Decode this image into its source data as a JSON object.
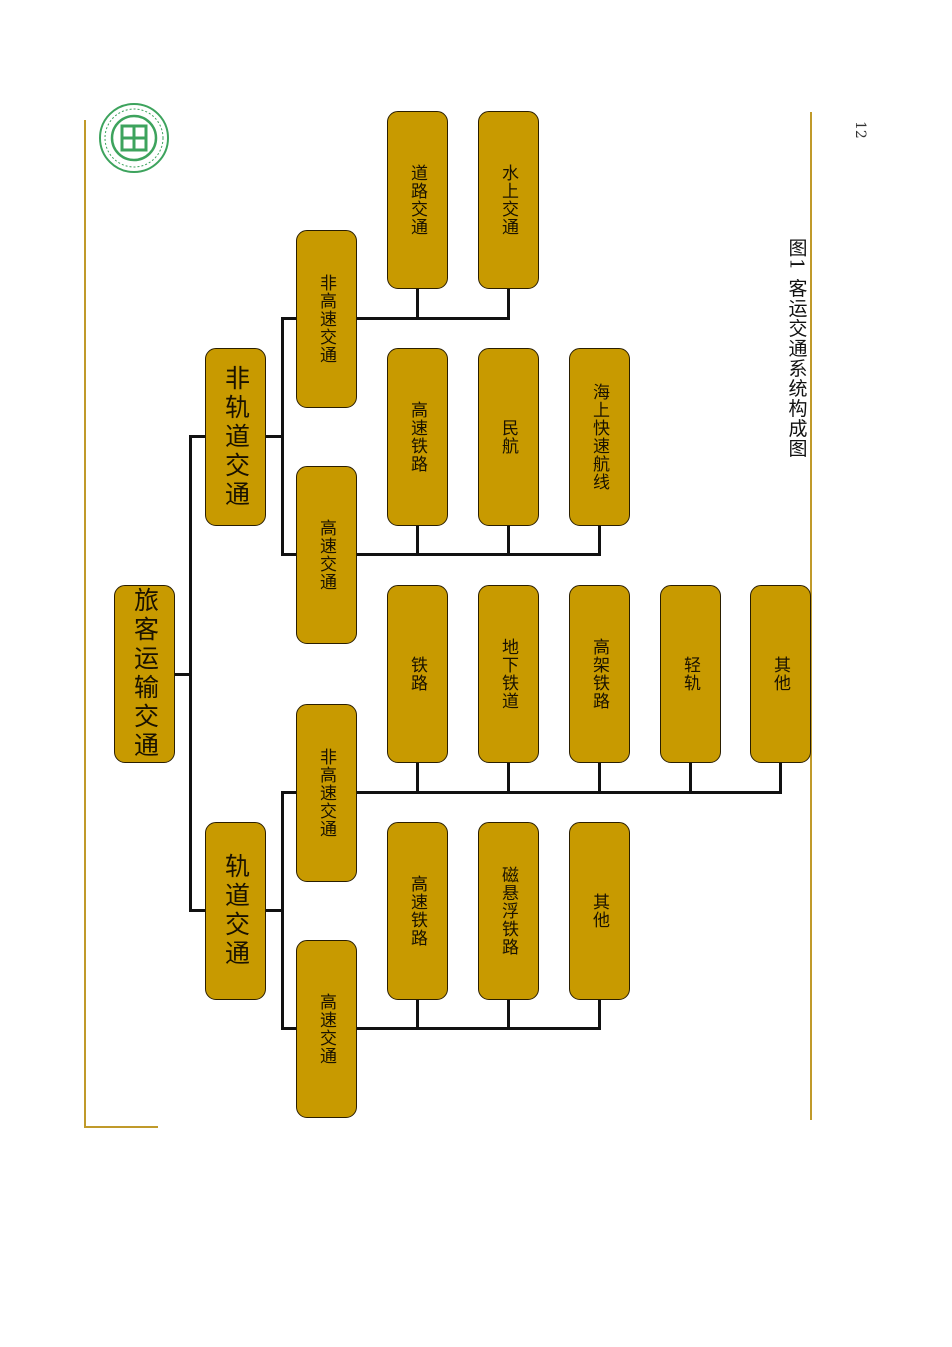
{
  "page_number": "12",
  "caption": "图1 客运交通系统构成图",
  "nodes": {
    "root": "旅客运输交通",
    "rail": "轨道交通",
    "nonrail": "非轨道交通",
    "rail_hs": "高速交通",
    "rail_nonhs": "非高速交通",
    "nonrail_hs": "高速交通",
    "nonrail_nonhs": "非高速交通",
    "rail_hs_children": [
      "高速铁路",
      "磁悬浮铁路",
      "其他"
    ],
    "rail_nonhs_children": [
      "铁路",
      "地下铁道",
      "高架铁路",
      "轻轨",
      "其他"
    ],
    "nonrail_hs_children": [
      "高速铁路",
      "民航",
      "海上快速航线"
    ],
    "nonrail_nonhs_children": [
      "道路交通",
      "水上交通"
    ]
  },
  "colors": {
    "node_fill": "#c89a00",
    "node_border": "#2a1e00",
    "connector": "#111111",
    "margin_rule": "#c09a2a",
    "logo": "#3da35d"
  },
  "icons": {
    "logo": "university-seal-icon"
  }
}
